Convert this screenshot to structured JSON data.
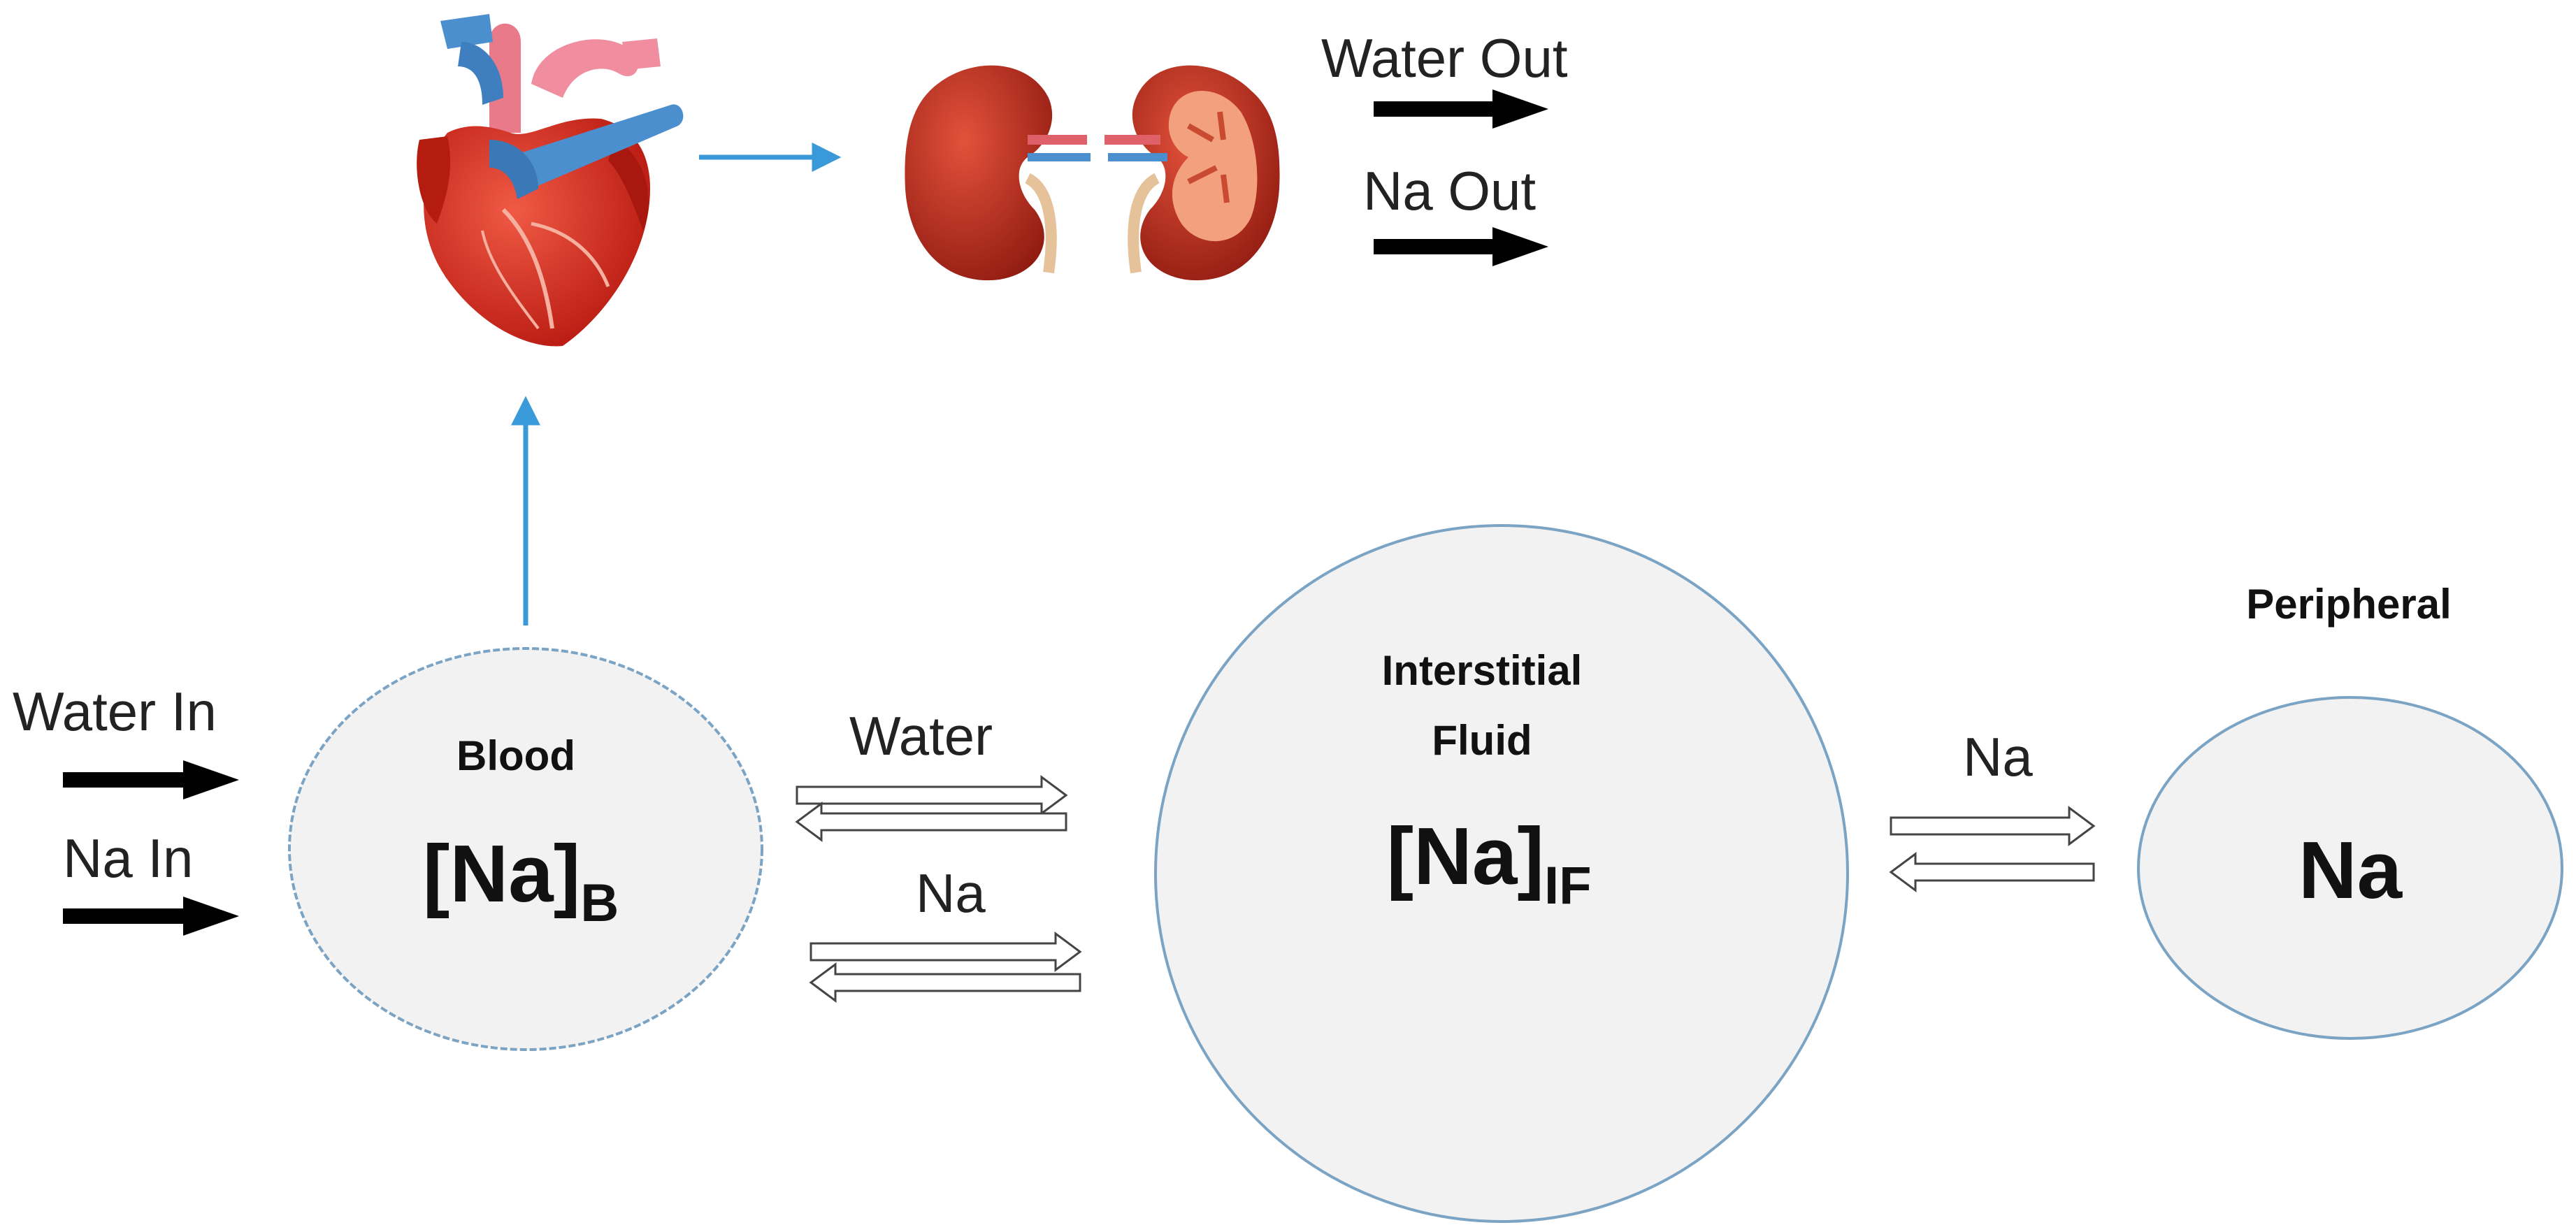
{
  "labels": {
    "water_out": "Water Out",
    "na_out": "Na Out",
    "water_in": "Water In",
    "na_in": "Na In",
    "water_exchange": "Water",
    "na_exchange_blood": "Na",
    "na_exchange_peripheral": "Na"
  },
  "compartments": {
    "blood": {
      "title": "Blood",
      "formula_main": "[Na]",
      "formula_sub": "B"
    },
    "interstitial": {
      "title_line1": "Interstitial",
      "title_line2": "Fluid",
      "formula_main": "[Na]",
      "formula_sub": "IF"
    },
    "peripheral": {
      "title": "Peripheral",
      "formula": "Na"
    }
  },
  "icons": {
    "heart": "heart-icon",
    "kidneys": "kidneys-icon"
  },
  "colors": {
    "compartment_fill": "#f2f2f2",
    "compartment_stroke": "#7ba3c4",
    "flow_arrow": "#3a9ad9",
    "io_arrow": "#000000",
    "heart_red": "#d9291c",
    "vessel_blue": "#4b8fcf",
    "kidney_red": "#c9301f"
  }
}
